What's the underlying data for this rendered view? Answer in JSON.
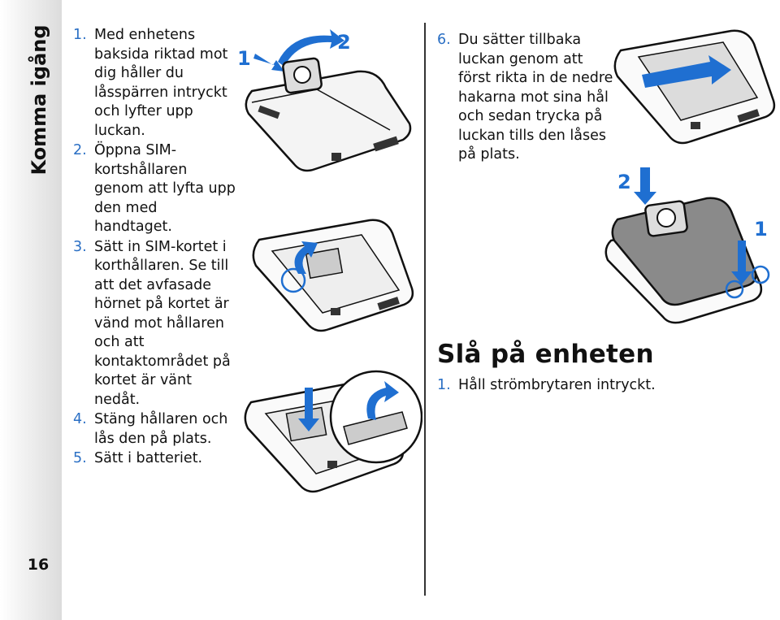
{
  "sidebar": {
    "section_title": "Komma igång",
    "page_number": "16"
  },
  "left_steps": [
    {
      "num": "1.",
      "text": "Med enhetens baksida riktad mot dig håller du låsspärren intryckt och lyfter upp luckan."
    },
    {
      "num": "2.",
      "text": "Öppna SIM-kortshållaren genom att lyfta upp den med handtaget."
    },
    {
      "num": "3.",
      "text": "Sätt in SIM-kortet i korthållaren. Se till att det avfasade hörnet på kortet är vänd mot hållaren och att kontaktområdet på kortet är vänt nedåt."
    },
    {
      "num": "4.",
      "text": "Stäng hållaren och lås den på plats."
    },
    {
      "num": "5.",
      "text": "Sätt i batteriet."
    }
  ],
  "right_steps": [
    {
      "num": "6.",
      "text": "Du sätter tillbaka luckan genom att först rikta in de nedre hakarna mot sina hål och sedan trycka på luckan tills den låses på plats."
    }
  ],
  "section": {
    "heading": "Slå på enheten",
    "steps": [
      {
        "num": "1.",
        "text": "Håll strömbrytaren intryckt."
      }
    ]
  },
  "illustrations": {
    "remove_cover": {
      "labels": [
        "1",
        "2"
      ]
    },
    "cover_back": {
      "labels": [
        "2",
        "1"
      ]
    }
  },
  "colors": {
    "accent_blue": "#2a6fc4",
    "arrow_blue": "#1f6fd1"
  }
}
